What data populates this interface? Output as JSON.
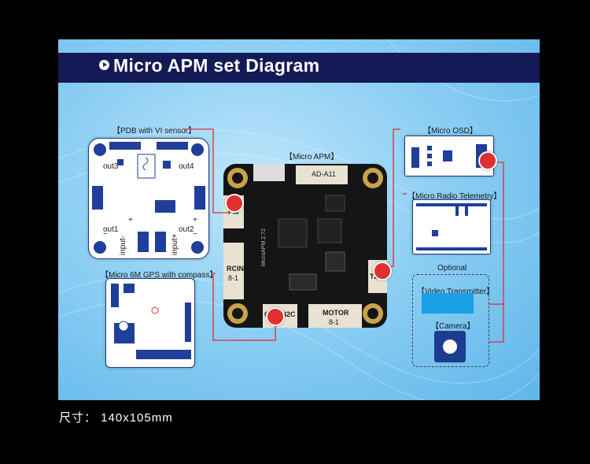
{
  "title": "Micro APM set Diagram",
  "labels": {
    "pdb": "【PDB with VI sensor】",
    "apm": "【Micro APM】",
    "osd": "【Micro OSD】",
    "radio": "【Micro Radio Telemetry】",
    "optional": "Optional",
    "vt": "【Video Transmitter】",
    "camera": "【Camera】",
    "gps": "【Micro 6M GPS with compass】"
  },
  "pdb_board": {
    "out3": "out3",
    "out4": "out4",
    "out1": "out1",
    "out2": "out2",
    "input_l": "input-",
    "input_r": "input+",
    "minus_l": "−",
    "plus_l": "+",
    "plus_r": "+",
    "minus_r": "−"
  },
  "apm_board": {
    "ad": "AD-A11",
    "pm": "PM",
    "rcin": "RCIN",
    "rcin_sub": "8-1",
    "tele": "TELE",
    "gps": "GPS&I2C",
    "motor": "MOTOR",
    "motor_sub": "8-1",
    "print": "MicroAPM 2.72"
  },
  "size_text": "尺寸： 140x105mm",
  "colors": {
    "banner": "#141a55",
    "connector": "#e03030",
    "board_print": "#1f3f9a"
  }
}
